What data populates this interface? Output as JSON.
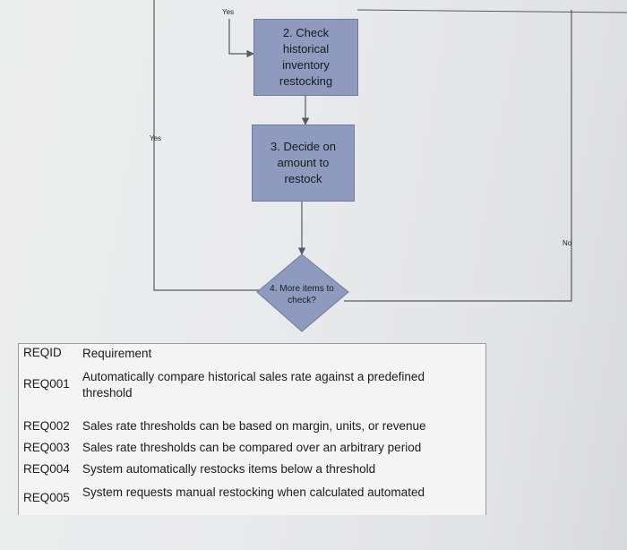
{
  "flowchart": {
    "steps": [
      {
        "id": "step-2",
        "label": "2. Check\nhistorical\ninventory\nrestocking"
      },
      {
        "id": "step-3",
        "label": "3. Decide on\namount to\nrestock"
      }
    ],
    "decision": {
      "label": "4. More items to\ncheck?"
    },
    "labels": {
      "yes_top": "Yes",
      "yes_left": "Yes",
      "no_right": "No"
    }
  },
  "table": {
    "headers": {
      "id": "REQID",
      "requirement": "Requirement"
    },
    "rows": [
      {
        "id": "REQ001",
        "text": "Automatically compare historical sales rate against a predefined\nthreshold"
      },
      {
        "id": "REQ002",
        "text": "Sales rate thresholds can be based on margin, units, or revenue"
      },
      {
        "id": "REQ003",
        "text": "Sales rate thresholds can be compared over an arbitrary period"
      },
      {
        "id": "REQ004",
        "text": "System automatically restocks items below a threshold"
      },
      {
        "id": "REQ005",
        "text": "System requests manual restocking when calculated automated"
      }
    ]
  },
  "colors": {
    "box_fill": "#8e9bbf",
    "line": "#555a66"
  }
}
